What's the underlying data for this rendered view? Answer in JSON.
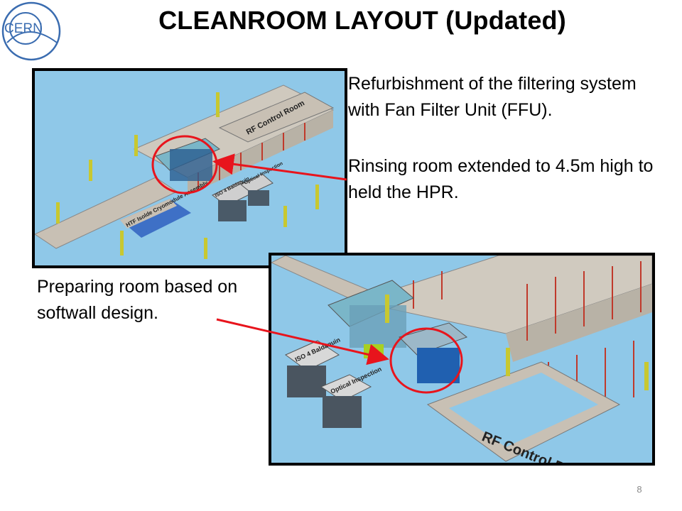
{
  "slide": {
    "title": "CLEANROOM LAYOUT (Updated)",
    "logo_text": "CERN",
    "page_number": "8"
  },
  "notes": {
    "ffu": "Refurbishment of the filtering system with Fan Filter Unit (FFU).",
    "rinsing": "Rinsing room extended to 4.5m high to held the HPR.",
    "preparing": "Preparing room based on softwall design."
  },
  "image_top": {
    "labels": {
      "rf_control": "RF Control Room",
      "iso4": "ISO 4 Baldaquin",
      "optical": "Optical Inspection",
      "htf": "HTF Isolde Cryomodule Assembly"
    }
  },
  "image_bottom": {
    "labels": {
      "rf_control": "RF Control Room",
      "iso4": "ISO 4 Baldaquin",
      "optical": "Optical Inspection"
    }
  },
  "colors": {
    "highlight": "#e8141c",
    "arrow": "#e8141c",
    "floor": "#8fc8e8",
    "walls": "#c8c0b4",
    "columns": "#c8c830",
    "cabins": "#5a6c7c",
    "glass": "#2060b0"
  }
}
